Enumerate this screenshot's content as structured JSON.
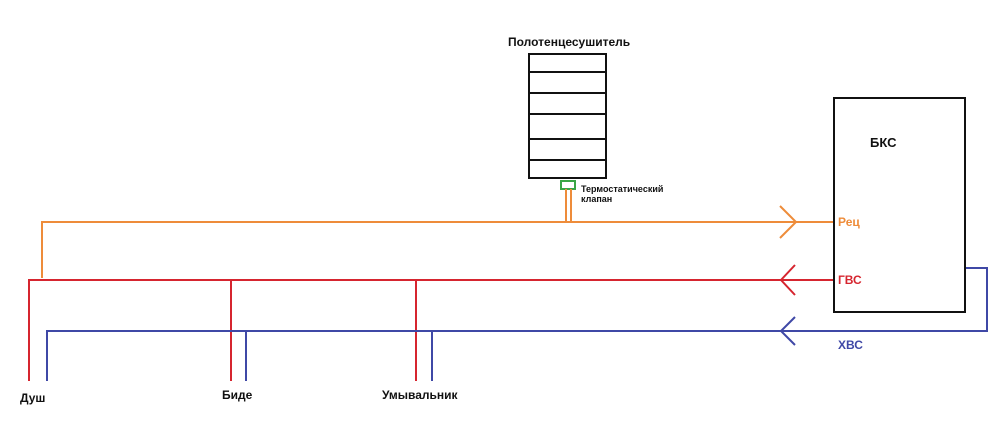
{
  "labels": {
    "towel_dryer": "Полотенцесушитель",
    "thermostatic_valve": "Термостатический клапан",
    "boiler": "БКС",
    "recirculation": "Рец",
    "hot_water": "ГВС",
    "cold_water": "ХВС",
    "shower": "Душ",
    "bidet": "Биде",
    "washbasin": "Умывальник"
  },
  "colors": {
    "recirculation": "#ee8c3a",
    "hot_water": "#d6252f",
    "cold_water": "#3f48a6",
    "outline": "#111111",
    "valve": "#3aa545"
  }
}
